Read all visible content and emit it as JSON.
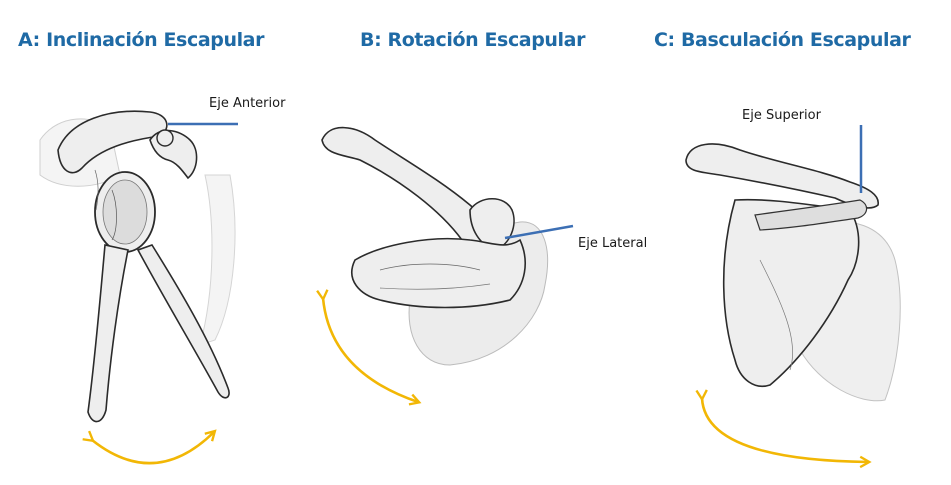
{
  "colors": {
    "title": "#1f6aa5",
    "axis_line": "#3c6fb4",
    "arrow": "#f2b705",
    "bone_fill": "#eeeeee",
    "bone_stroke": "#2b2b2b"
  },
  "panels": [
    {
      "title": "A: Inclinación Escapular",
      "axis_label": "Eje Anterior"
    },
    {
      "title": "B: Rotación Escapular",
      "axis_label": "Eje Lateral"
    },
    {
      "title": "C: Basculación Escapular",
      "axis_label": "Eje Superior"
    }
  ]
}
